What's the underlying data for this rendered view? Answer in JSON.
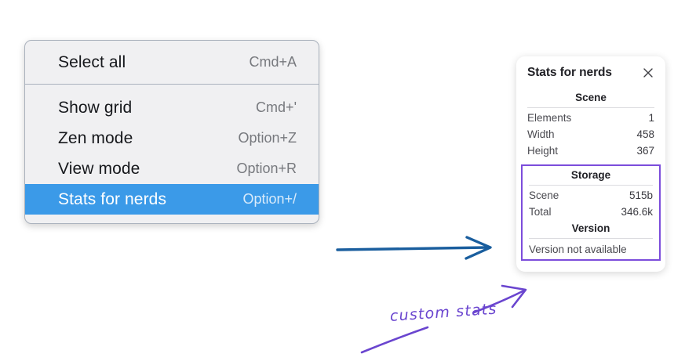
{
  "context_menu": {
    "groups": [
      {
        "items": [
          {
            "label": "Select all",
            "shortcut": "Cmd+A",
            "selected": false
          }
        ]
      },
      {
        "items": [
          {
            "label": "Show grid",
            "shortcut": "Cmd+'",
            "selected": false
          },
          {
            "label": "Zen mode",
            "shortcut": "Option+Z",
            "selected": false
          },
          {
            "label": "View mode",
            "shortcut": "Option+R",
            "selected": false
          },
          {
            "label": "Stats for nerds",
            "shortcut": "Option+/",
            "selected": true
          }
        ]
      }
    ]
  },
  "stats_panel": {
    "title": "Stats for nerds",
    "close_icon": "close-icon",
    "scene": {
      "heading": "Scene",
      "rows": [
        {
          "label": "Elements",
          "value": "1"
        },
        {
          "label": "Width",
          "value": "458"
        },
        {
          "label": "Height",
          "value": "367"
        }
      ]
    },
    "storage": {
      "heading": "Storage",
      "rows": [
        {
          "label": "Scene",
          "value": "515b"
        },
        {
          "label": "Total",
          "value": "346.6k"
        }
      ]
    },
    "version": {
      "heading": "Version",
      "note": "Version not available"
    }
  },
  "annotations": {
    "custom_stats_label": "custom stats",
    "arrow_blue_color": "#1a5e9e",
    "arrow_purple_color": "#6a45cf",
    "highlight_color": "#7c4ddb"
  }
}
